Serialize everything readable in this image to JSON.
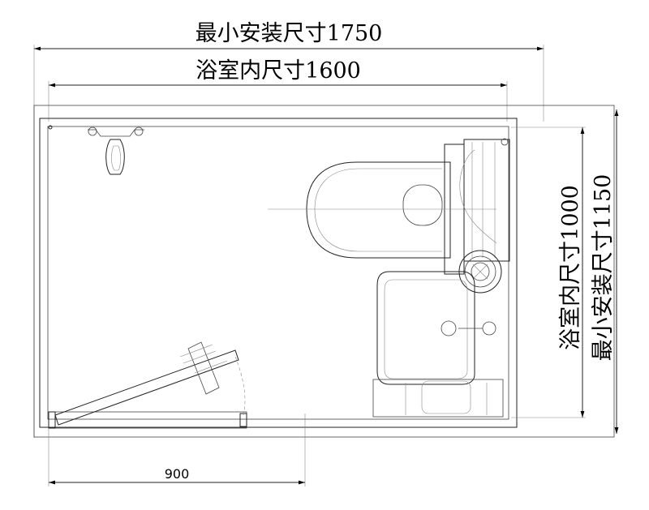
{
  "dimensions": {
    "min_install_width": "最小安装尺寸1750",
    "inner_width": "浴室内尺寸1600",
    "inner_depth": "浴室内尺寸1000",
    "min_install_depth": "最小安装尺寸1150",
    "door_width": "900"
  }
}
